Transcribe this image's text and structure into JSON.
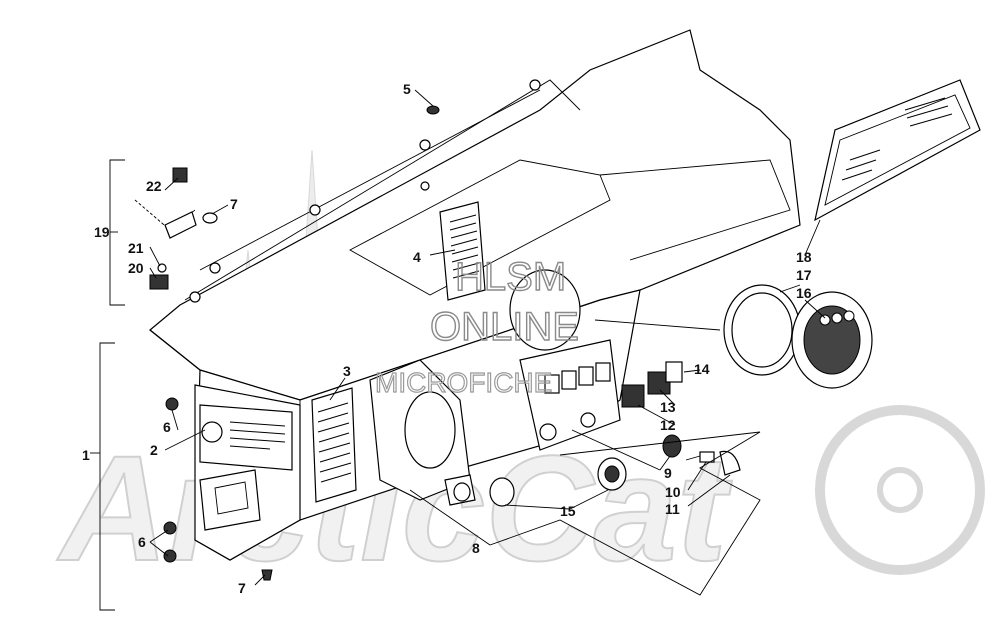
{
  "watermark": {
    "brand": "ArcticCat",
    "line1": "HLSM",
    "line2": "ONLINE",
    "line3": "MICROFICHE"
  },
  "callouts": [
    "1",
    "2",
    "3",
    "4",
    "5",
    "6",
    "6",
    "7",
    "7",
    "8",
    "9",
    "10",
    "11",
    "12",
    "13",
    "14",
    "15",
    "16",
    "17",
    "18",
    "19",
    "20",
    "21",
    "22"
  ]
}
